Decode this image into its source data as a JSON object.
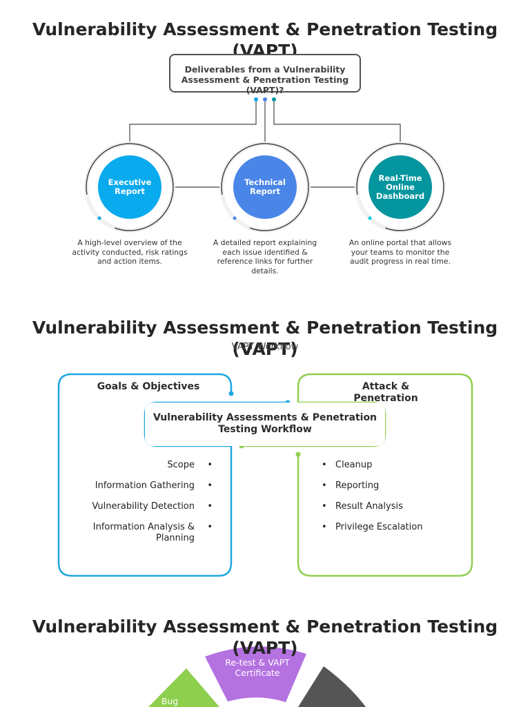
{
  "section1": {
    "title": "Vulnerability Assessment & Penetration Testing (VAPT)",
    "question": "Deliverables from a Vulnerability Assessment & Penetration Testing (VAPT)?",
    "items": [
      {
        "label": "Executive Report",
        "description": "A high-level overview of the activity conducted, risk ratings and action items.",
        "color": "#0aaaee"
      },
      {
        "label": "Technical Report",
        "description": "A detailed report explaining each issue identified & reference links for further details.",
        "color": "#4a86e8"
      },
      {
        "label": "Real-Time Online Dashboard",
        "description": "An online portal that allows your teams to monitor the audit progress in real time.",
        "color": "#05959f"
      }
    ]
  },
  "section2": {
    "title": "Vulnerability Assessment & Penetration Testing (VAPT)",
    "subtitle": "VAPT Workflow",
    "center": "Vulnerability Assessments & Penetration Testing Workflow",
    "left_heading": "Goals & Objectives",
    "right_heading": "Attack & Penetration",
    "left_items": [
      "Scope",
      "Information Gathering",
      "Vulnerability Detection",
      "Information Analysis & Planning"
    ],
    "right_items": [
      "Cleanup",
      "Reporting",
      "Result Analysis",
      "Privilege Escalation"
    ],
    "left_color": "#1ca7e0",
    "right_color": "#8fcf4e"
  },
  "section3": {
    "title": "Vulnerability Assessment & Penetration Testing (VAPT)",
    "segments": [
      {
        "label": "Re-test & VAPT Certificate",
        "color": "#b471e0"
      },
      {
        "label": "Bug",
        "color": "#8fcf4e"
      },
      {
        "label": "",
        "color": "#555555"
      }
    ]
  }
}
